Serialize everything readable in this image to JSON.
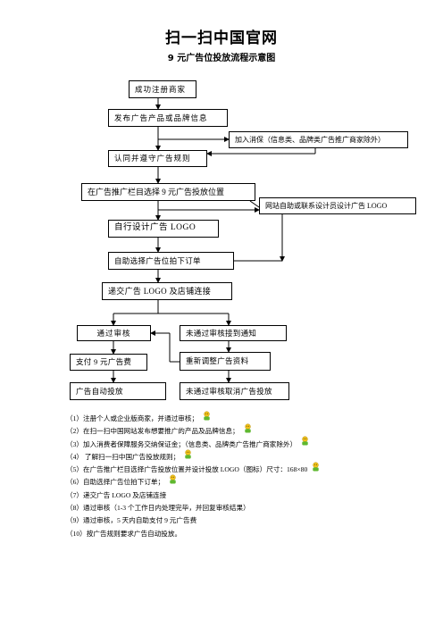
{
  "header": {
    "title": "扫一扫中国官网",
    "subtitle": "9 元广告位投放流程示意图"
  },
  "flow": {
    "register": "成功注册商家",
    "publish": "发布广告产品或品牌信息",
    "deposit": "加入消保（信息类、品牌类广告推广商家除外）",
    "agree": "认同并遵守广告规则",
    "select_position": "在广告推广栏目选择 9 元广告投放位置",
    "website_design": "网站自助或联系设计员设计广告 LOGO",
    "self_design": "自行设计广告 LOGO",
    "order": "自助选择广告位拍下订单",
    "submit": "递交广告 LOGO 及店铺连接",
    "approved": "通过审核",
    "rejected_notice": "未通过审核接到通知",
    "pay": "支付 9 元广告费",
    "readjust": "重新调整广告资料",
    "auto_publish": "广告自动投放",
    "rejected_cancel": "未通过审核取消广告投放"
  },
  "notes": [
    "（1）注册个人或企业版商家，并通过审核；",
    "（2）在扫一扫中国网站发布想要推广的产品及品牌信息；",
    "（3）加入消费者保障服务交纳保证金；（信息类、品牌类广告推广商家除外）",
    "（4）  了解扫一扫中国广告投放规则；",
    "（5）在广告推广栏目选择广告投放位置并设计投放 LOGO（图标）尺寸：168×80",
    "（6）自助选择广告位拍下订单；",
    "（7）递交广告 LOGO 及店铺连接",
    "（8）通过审核（1-3 个工作日内处理完毕，并回复审核结果）",
    "（9）通过审核，5 天内自助支付 9 元广告费",
    "（10）按广告规则要求广告自动投放。"
  ],
  "colors": {
    "smiley_face": "#f2c21a",
    "smiley_body": "#5fb830"
  }
}
